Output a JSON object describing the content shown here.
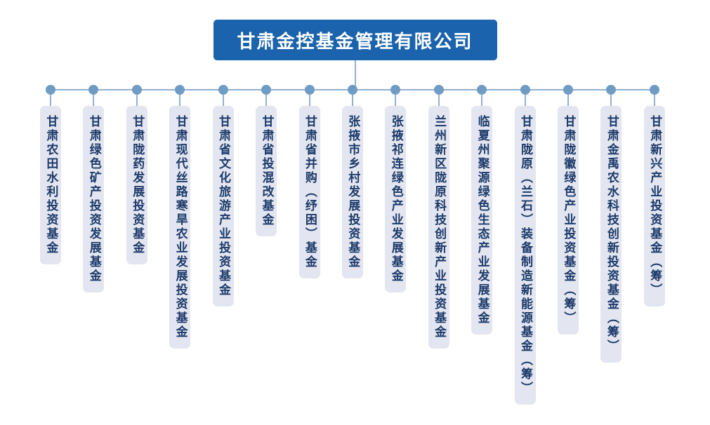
{
  "root": {
    "title": "甘肃金控基金管理有限公司"
  },
  "funds": [
    {
      "label": "甘肃农田水利投资基金"
    },
    {
      "label": "甘肃绿色矿产投资发展基金"
    },
    {
      "label": "甘肃陇药发展投资基金"
    },
    {
      "label": "甘肃现代丝路寒旱农业发展投资基金"
    },
    {
      "label": "甘肃省文化旅游产业投资基金"
    },
    {
      "label": "甘肃省投混改基金"
    },
    {
      "label": "甘肃省并购（纾困）基金"
    },
    {
      "label": "张掖市乡村发展投资基金"
    },
    {
      "label": "张掖祁连绿色产业发展基金"
    },
    {
      "label": "兰州新区陇原科技创新产业投资基金"
    },
    {
      "label": "临夏州聚源绿色生态产业发展基金"
    },
    {
      "label": "甘肃陇原（兰石）装备制造新能源基金（筹）"
    },
    {
      "label": "甘肃陇徽绿色产业投资基金（筹）"
    },
    {
      "label": "甘肃金禹农水科技创新投资基金（筹）"
    },
    {
      "label": "甘肃新兴产业投资基金（筹）"
    }
  ],
  "colors": {
    "header_bg": "#1b63ac",
    "header_text": "#ffffff",
    "connector": "#93b1cf",
    "dot": "#6f9cc5",
    "node_bg": "#e3e6f0",
    "node_text": "#1c3a6a"
  }
}
